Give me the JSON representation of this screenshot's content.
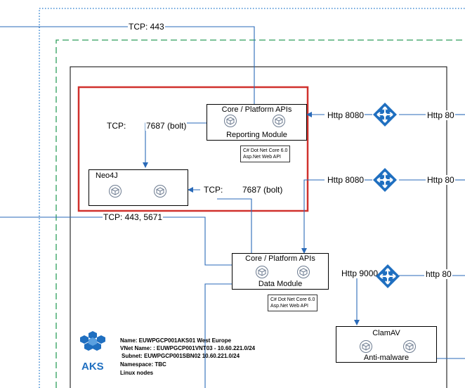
{
  "colors": {
    "highlight_border": "#d0312d",
    "dotted_border": "#1a73c9",
    "dashed_border": "#2e9e5a",
    "wire": "#2a6ab8",
    "load_balancer": "#1f6fc0",
    "aks_logo": "#1f6fc0"
  },
  "connections": {
    "tcp_443": "TCP: 443",
    "tcp_443_5671": "TCP: 443, 5671",
    "tcp_top": "TCP:",
    "bolt_top": "7687 (bolt)",
    "tcp_mid": "TCP:",
    "bolt_mid": "7687 (bolt)",
    "http_8080_a": "Http 8080",
    "http_8080_b": "Http 8080",
    "http_80_a": "Http 80",
    "http_80_b": "Http 80",
    "http_9000": "Http 9000",
    "http_80_c": "http 80"
  },
  "reporting": {
    "title": "Core / Platform APIs",
    "subtitle": "Reporting Module",
    "tech_line1": "C# Dot Net Core 6.0",
    "tech_line2": "Asp.Net Web API"
  },
  "neo4j": {
    "title": "Neo4J"
  },
  "data_module": {
    "title": "Core / Platform APIs",
    "subtitle": "Data Module",
    "tech_line1": "C# Dot Net Core 6.0",
    "tech_line2": "Asp.Net Web API"
  },
  "clamav": {
    "title": "ClamAV",
    "subtitle": "Anti-malware"
  },
  "aks": {
    "logo_text": "AKS",
    "name": "Name: EUWPGCP001AKS01 West Europe",
    "vnet": "VNet Name: : EUWPGCP001VNT03 - 10.60.221.0/24",
    "subnet": "Subnet:  EUWPGCP001SBN02 10.60.221.0/24",
    "namespace": "Namespace: TBC",
    "nodes": "Linux nodes"
  },
  "icons": {
    "pod": "kubernetes-pod-icon",
    "load_balancer": "load-balancer-icon",
    "aks": "aks-cluster-icon"
  }
}
